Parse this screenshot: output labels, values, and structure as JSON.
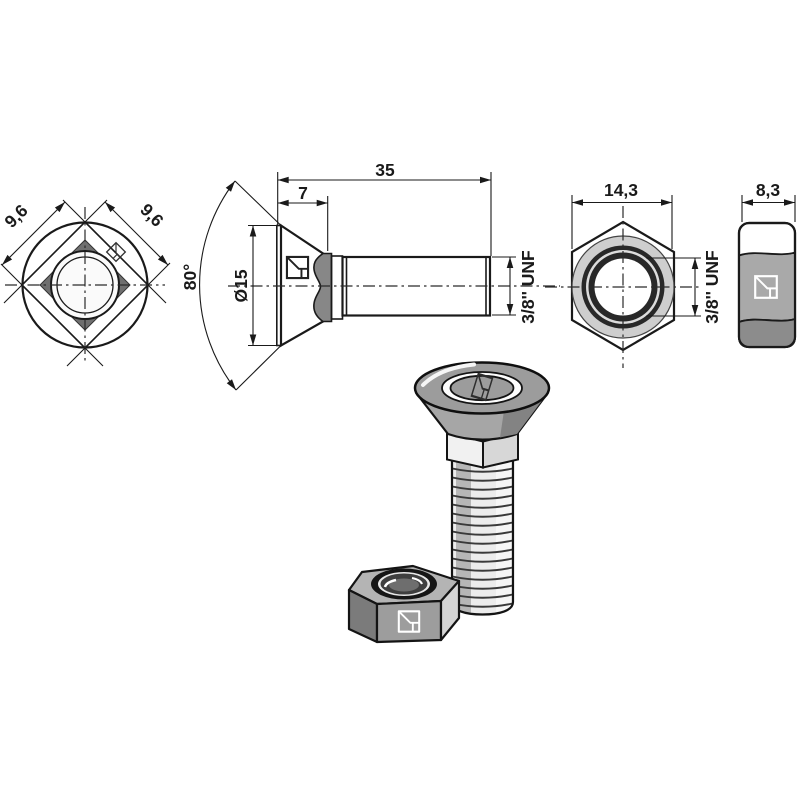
{
  "title": "Plough bolt with countersunk head, square neck and hexagon nut - dimensional drawing",
  "colors": {
    "background": "#ffffff",
    "line": "#1a1a1a",
    "fill_light": "#d4d4d4",
    "fill_medium": "#b5b5b5",
    "fill_dark": "#878787",
    "fill_darker": "#6f6f6f",
    "thread_ring_dark": "#282828",
    "white": "#ffffff"
  },
  "views": {
    "bolt_head_front": {
      "dim_square_left": "9,6",
      "dim_square_right": "9,6"
    },
    "bolt_side": {
      "dim_total_length": "35",
      "dim_neck_length": "7",
      "dim_head_diameter": "Ø15",
      "dim_countersink_angle": "80°",
      "dim_thread": "3/8'' UNF"
    },
    "nut_front": {
      "dim_width_across_flats": "14,3",
      "dim_thread": "3/8'' UNF"
    },
    "nut_side": {
      "dim_height": "8,3"
    }
  },
  "icons": {
    "manufacturer_logo": "flag-in-square-logo"
  }
}
